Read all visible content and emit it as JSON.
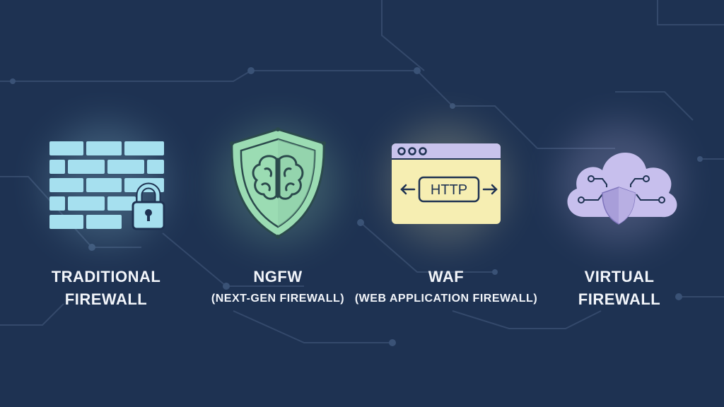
{
  "colors": {
    "background": "#1e3252",
    "circuit": "#3a5276",
    "brick": "#a6e0ef",
    "shield": "#9bdcb3",
    "browser": "#f6eeb2",
    "browser_bar": "#c9c3ec",
    "cloud": "#c7bfed",
    "icon_stroke": "#1e3252",
    "text": "#f2f5fa"
  },
  "items": [
    {
      "icon": "brick-wall-lock-icon",
      "line1": "TRADITIONAL",
      "line2": "FIREWALL"
    },
    {
      "icon": "shield-brain-icon",
      "line1": "NGFW",
      "line2": "(NEXT-GEN FIREWALL)"
    },
    {
      "icon": "browser-http-icon",
      "line1": "WAF",
      "line2": "(WEB APPLICATION FIREWALL)",
      "badge": "HTTP"
    },
    {
      "icon": "cloud-shield-icon",
      "line1": "VIRTUAL",
      "line2": "FIREWALL"
    }
  ]
}
